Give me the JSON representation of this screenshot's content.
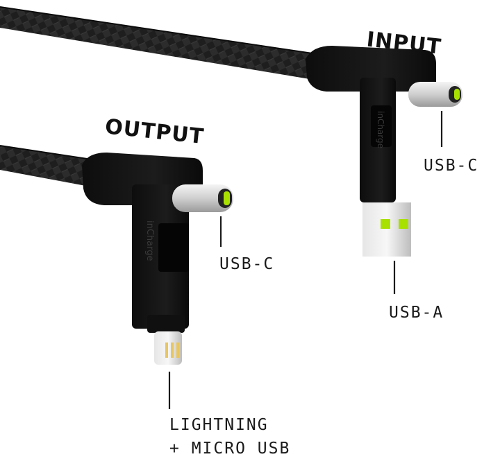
{
  "headings": {
    "input": "INPUT",
    "output": "OUTPUT"
  },
  "labels": {
    "input_usb_c": "USB-C",
    "input_usb_a": "USB-A",
    "output_usb_c": "USB-C",
    "output_lightning_line1": "LIGHTNING",
    "output_lightning_line2": "+ MICRO USB"
  },
  "branding": {
    "logo_text": "inCharge"
  },
  "colors": {
    "accent": "#a8e000",
    "cable": "#1b1b1b",
    "connector_body": "#111111",
    "metal": "#d8d8d8"
  }
}
